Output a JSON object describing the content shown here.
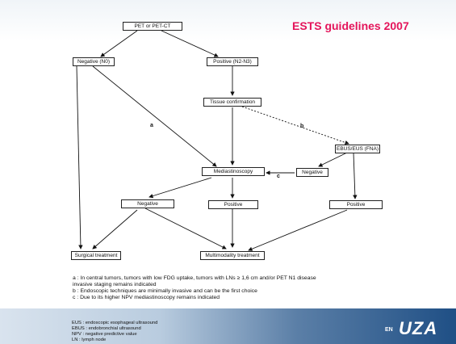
{
  "slide_title": "ESTS guidelines 2007",
  "nodes": {
    "pet": "PET or PET-CT",
    "negative_n0": "Negative (N0)",
    "positive_n2n3": "Positive (N2-N3)",
    "tissue": "Tissue confirmation",
    "ebus": "EBUS/EUS (FNA)",
    "mediastinoscopy": "Mediastinoscopy",
    "ebus_negative": "Negative",
    "negative": "Negative",
    "positive_mid": "Positive",
    "positive_right": "Positive",
    "surgical": "Surgical treatment",
    "multimodality": "Multimodality treatment"
  },
  "edge_labels": {
    "a": "a",
    "b": "b",
    "c": "c"
  },
  "footnotes": [
    "a : In central tumors, tumors with low FDG uptake, tumors with  LNs ≥ 1,6 cm and/or PET N1 disease",
    "     invasive staging remains indicated",
    "b : Endoscopic techniques are minimally invasive and can be the first choice",
    "c : Due to its higher NPV mediastinoscopy remains indicated"
  ],
  "abbreviations": [
    "EUS : endoscopic esophageal ultrasound",
    "EBUS : endobronchial ultrasound",
    "NPV : negative predictive value",
    "LN : lymph node"
  ],
  "logo": {
    "prefix": "EN",
    "text": "UZA"
  }
}
